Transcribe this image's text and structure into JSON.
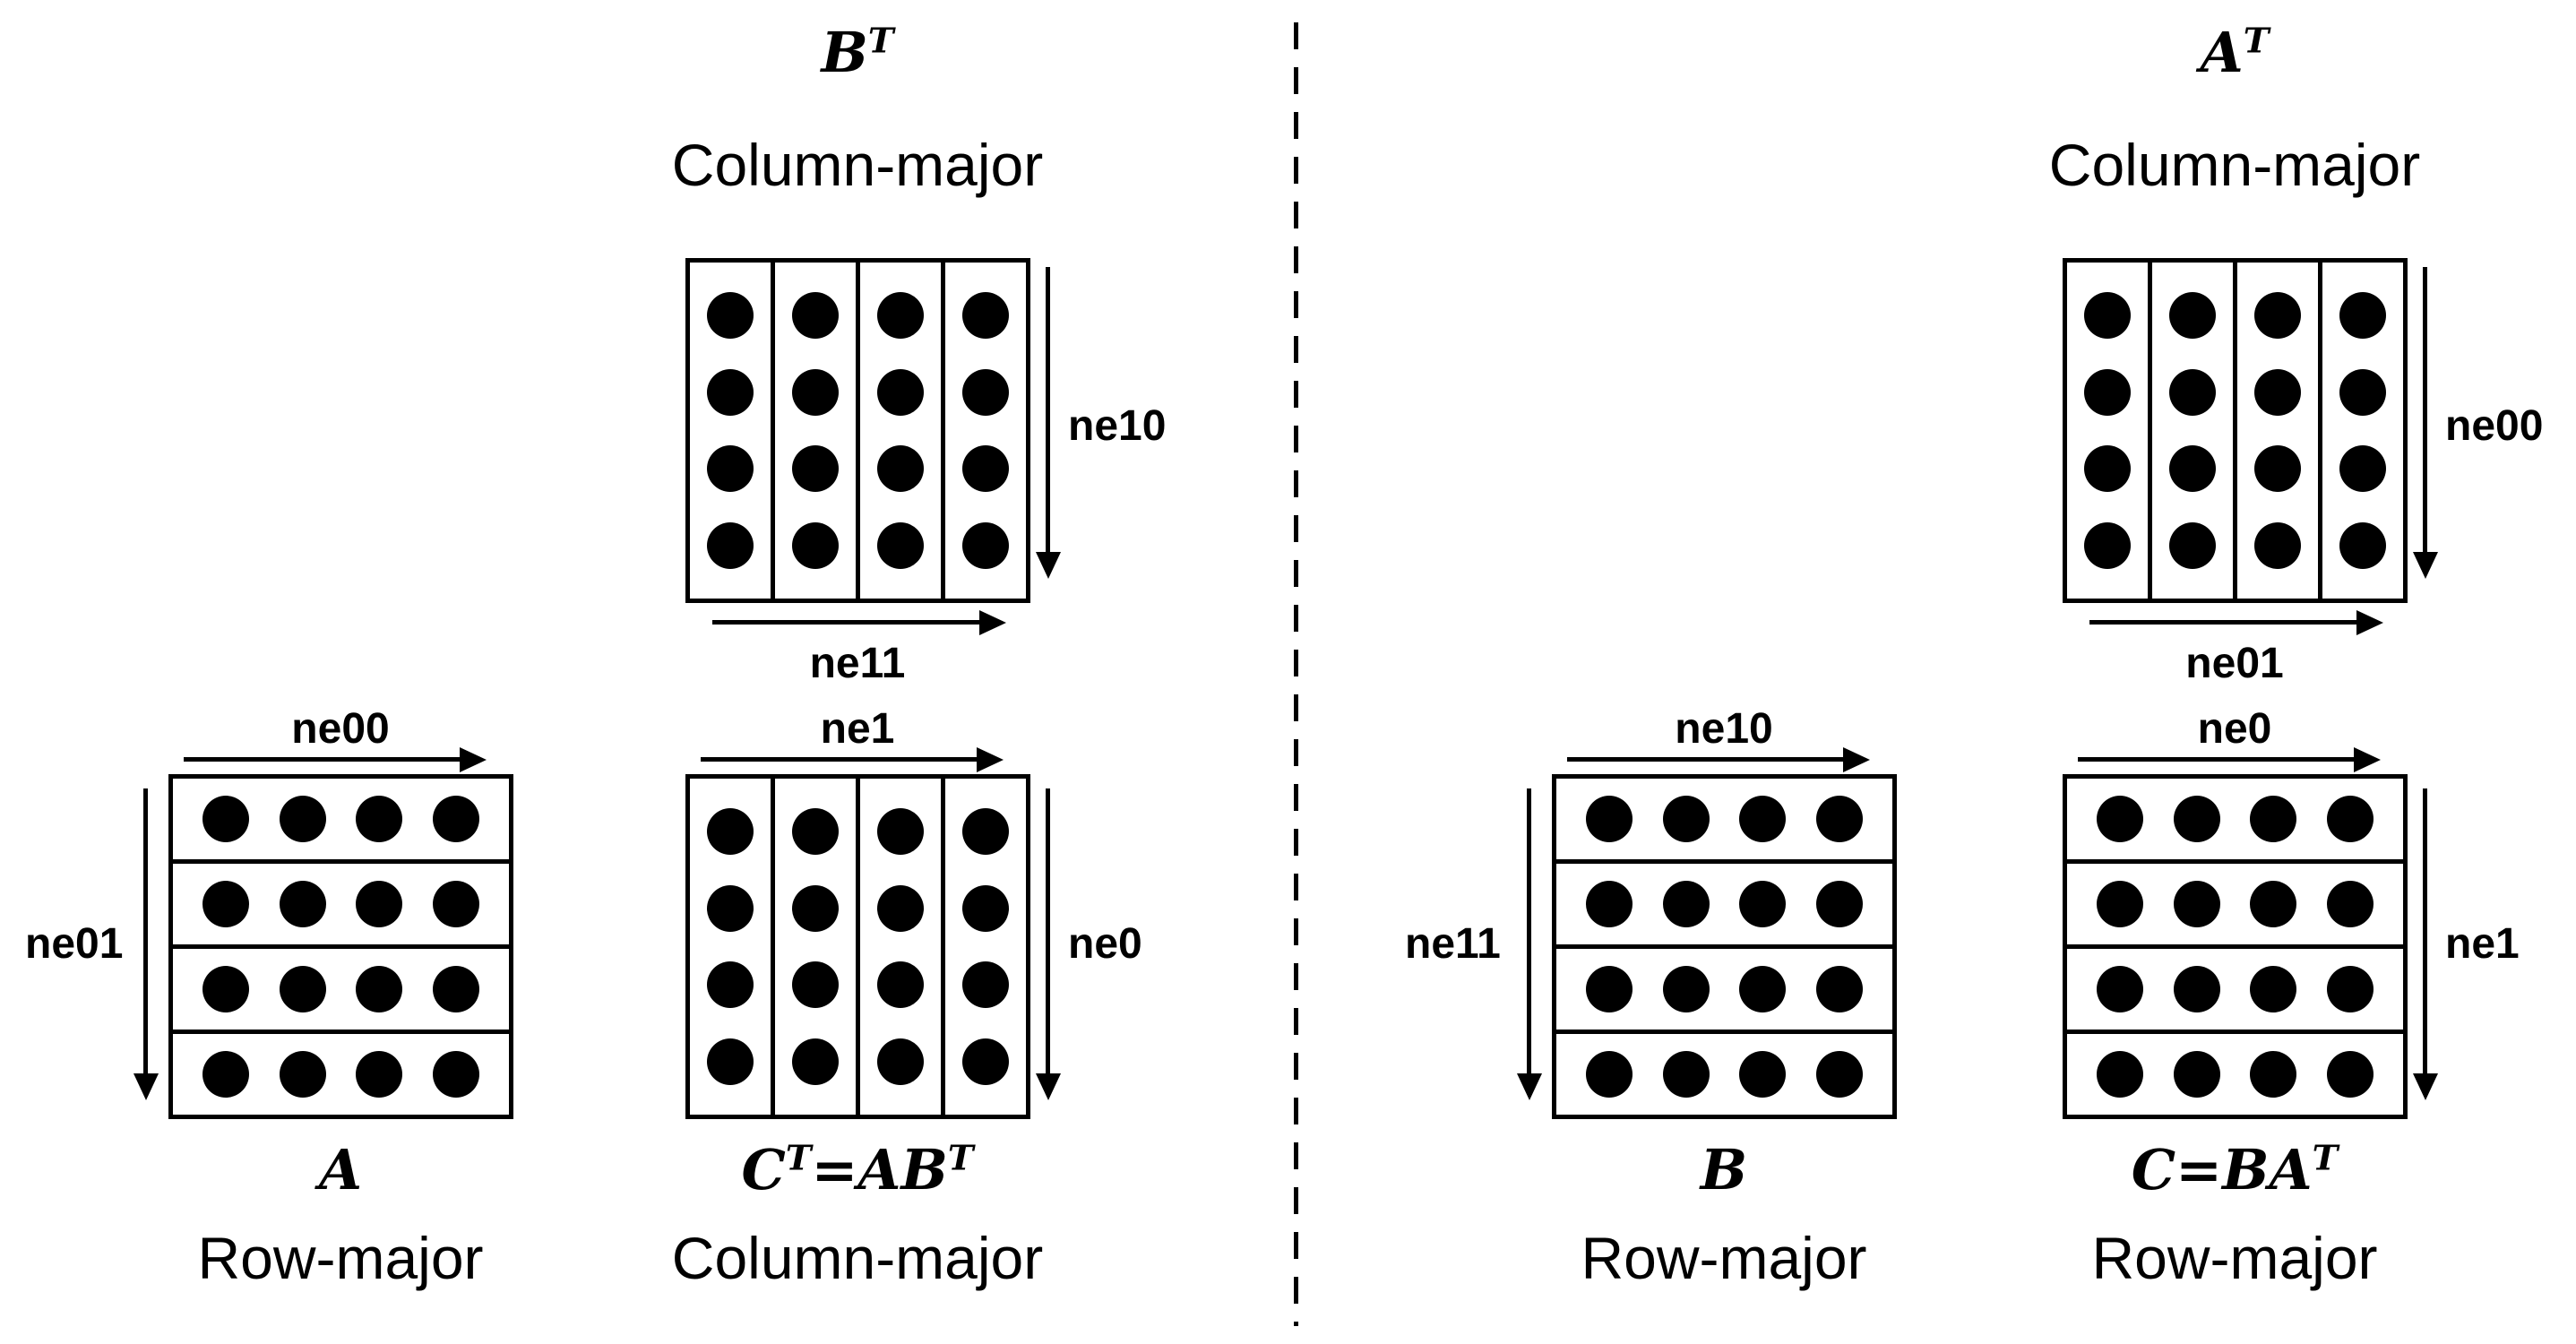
{
  "canvas": {
    "background": "#ffffff",
    "ink": "#000000"
  },
  "matrix_grid": {
    "rows": 4,
    "cols": 4
  },
  "panels": {
    "left": {
      "top_matrix": {
        "title": "B^T",
        "layout": "Column-major",
        "orientation": "column-major",
        "right_arrow_label": "ne10",
        "bottom_arrow_label": "ne11"
      },
      "left_matrix": {
        "top_arrow_label": "ne00",
        "left_arrow_label": "ne01",
        "caption": "A",
        "layout": "Row-major",
        "orientation": "row-major"
      },
      "right_matrix": {
        "top_arrow_label": "ne1",
        "right_arrow_label": "ne0",
        "caption": "C^T=AB^T",
        "layout": "Column-major",
        "orientation": "column-major"
      }
    },
    "right": {
      "top_matrix": {
        "title": "A^T",
        "layout": "Column-major",
        "orientation": "column-major",
        "right_arrow_label": "ne00",
        "bottom_arrow_label": "ne01"
      },
      "left_matrix": {
        "top_arrow_label": "ne10",
        "left_arrow_label": "ne11",
        "caption": "B",
        "layout": "Row-major",
        "orientation": "row-major"
      },
      "right_matrix": {
        "top_arrow_label": "ne0",
        "right_arrow_label": "ne1",
        "caption": "C=BA^T",
        "layout": "Row-major",
        "orientation": "row-major"
      }
    }
  }
}
